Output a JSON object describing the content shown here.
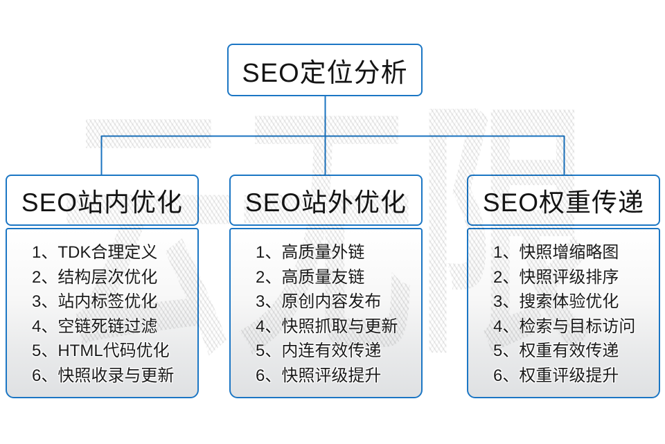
{
  "root": {
    "title": "SEO定位分析"
  },
  "columns": [
    {
      "title": "SEO站内优化",
      "items": [
        "1、TDK合理定义",
        "2、结构层次优化",
        "3、站内标签优化",
        "4、空链死链过滤",
        "5、HTML代码优化",
        "6、快照收录与更新"
      ]
    },
    {
      "title": "SEO站外优化",
      "items": [
        "1、高质量外链",
        "2、高质量友链",
        "3、原创内容发布",
        "4、快照抓取与更新",
        "5、内连有效传递",
        "6、快照评级提升"
      ]
    },
    {
      "title": "SEO权重传递",
      "items": [
        "1、快照增缩略图",
        "2、快照评级排序",
        "3、搜索体验优化",
        "4、检索与目标访问",
        "5、权重有效传递",
        "6、权重评级提升"
      ]
    }
  ],
  "watermark": {
    "text": "云无限"
  },
  "colors": {
    "box_border_blue": "#1b76c4",
    "connector_blue": "#1a73c0",
    "text_black": "#1b1b1b",
    "list_panel_gray": "#dfe1e3",
    "watermark_gray": "#e8e8e8"
  }
}
